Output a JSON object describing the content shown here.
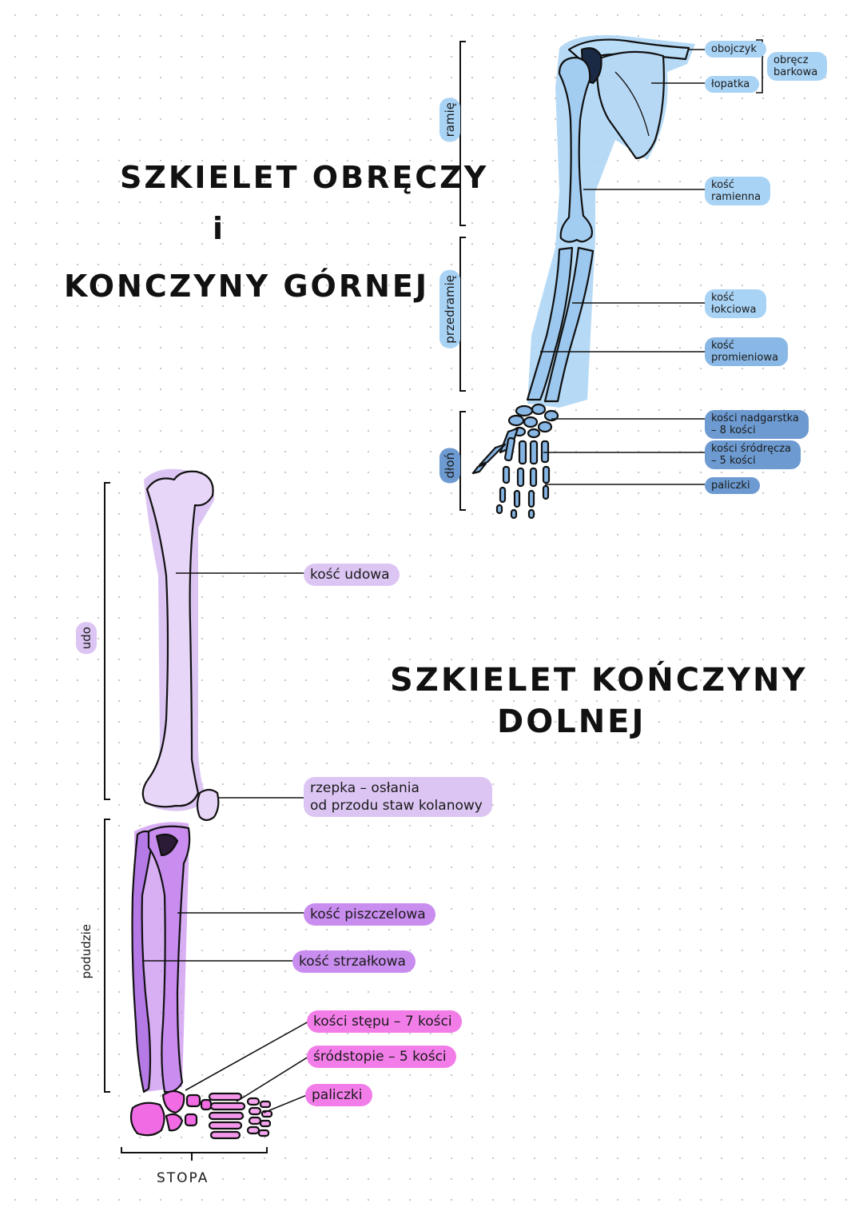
{
  "upper": {
    "title_line1": "SZKIELET  OBRĘCZY",
    "title_line2": "i",
    "title_line3": "KONCZYNY  GÓRNEJ",
    "regions": {
      "arm": "ramię",
      "forearm": "przedramię",
      "hand": "dłoń"
    },
    "labels": {
      "clavicle": "obojczyk",
      "scapula": "łopatka",
      "girdle_line1": "obręcz",
      "girdle_line2": "barkowa",
      "humerus_line1": "kość",
      "humerus_line2": "ramienna",
      "ulna_line1": "kość",
      "ulna_line2": "łokciowa",
      "radius_line1": "kość",
      "radius_line2": "promieniowa",
      "carpals_line1": "kości nadgarstka",
      "carpals_line2": "– 8 kości",
      "metacarpals_line1": "kości śródręcza",
      "metacarpals_line2": "– 5 kości",
      "phalanges": "paliczki"
    }
  },
  "lower": {
    "title_line1": "SZKIELET  KOŃCZYNY",
    "title_line2": "DOLNEJ",
    "regions": {
      "thigh": "udo",
      "shin": "podudzie",
      "foot": "STOPA"
    },
    "labels": {
      "femur": "kość udowa",
      "patella_line1": "rzepka – osłania",
      "patella_line2": "od przodu staw kolanowy",
      "tibia": "kość piszczelowa",
      "fibula": "kość strzałkowa",
      "tarsals": "kości stępu – 7 kości",
      "metatarsals": "śródstopie – 5 kości",
      "phalanges": "paliczki"
    }
  },
  "colors": {
    "arm_blue": "#a9d3f5",
    "arm_blue_dark": "#6d9bd1",
    "leg_lavender": "#dcc5f3",
    "leg_purple": "#c98df0",
    "leg_pink": "#f27de8"
  }
}
